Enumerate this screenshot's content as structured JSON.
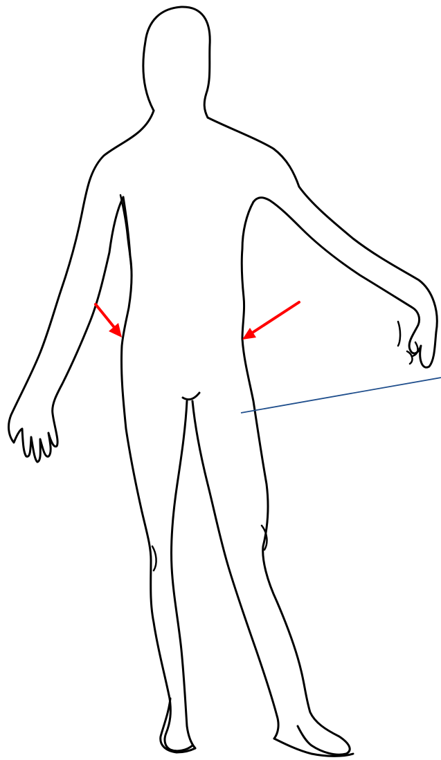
{
  "figure": {
    "outline_color": "#000000",
    "arrow_color": "#ff0000",
    "leader_line_color": "#1f4e8c",
    "background": "#ffffff"
  },
  "annotations": {
    "arrows": [
      {
        "side": "left-hip",
        "points_toward": "waist-left"
      },
      {
        "side": "right-hip",
        "points_toward": "waist-right"
      }
    ],
    "leader_line": {
      "from": "right-thigh",
      "to": "right-edge"
    }
  }
}
